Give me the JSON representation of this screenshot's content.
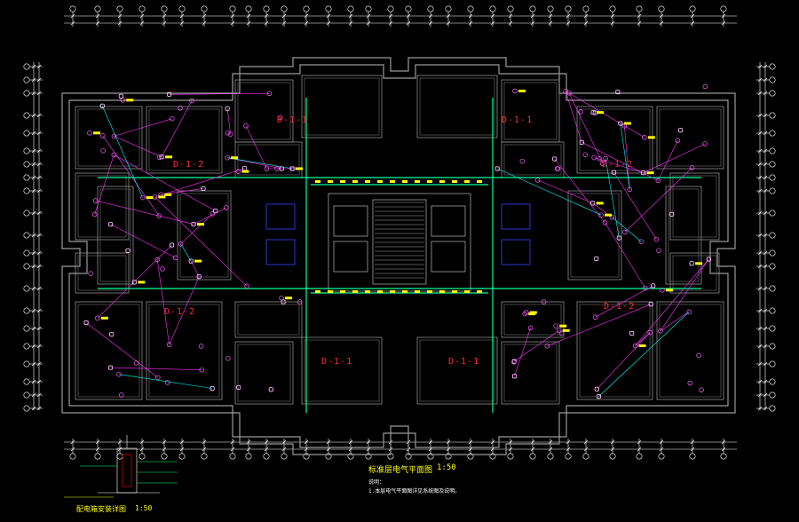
{
  "drawing": {
    "title": "标准层电气平面图",
    "scale": "1:50",
    "notes": [
      "说明：",
      "1.本层电气平面图详见系统图及说明。"
    ],
    "detail": {
      "title": "配电箱安装详图",
      "scale": "1:50"
    }
  },
  "unit_labels": [
    "D-1-1",
    "D-1-1",
    "D-1-2",
    "D-1-2",
    "D-1-2",
    "D-1-2",
    "D-1-1",
    "D-1-1"
  ],
  "colors": {
    "background": "#000000",
    "wall": "#9a9a9a",
    "wiring": "#ff33ff",
    "bus": "#00ff99",
    "cyan": "#00ffff",
    "dimension": "#ffffff",
    "label": "#ff2a2a",
    "title": "#ffff00",
    "blue": "#3344ff"
  },
  "icons": [
    "axis-bubble-icon",
    "junction-box-icon",
    "light-fixture-icon",
    "distribution-box-icon"
  ]
}
